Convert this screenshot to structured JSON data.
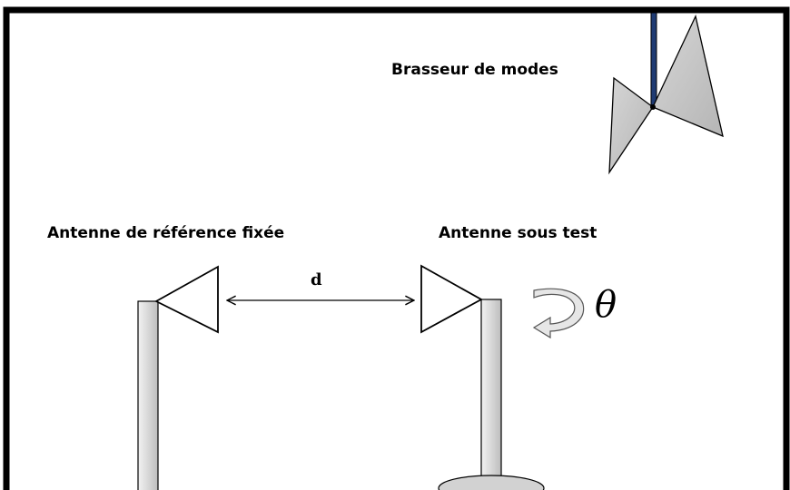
{
  "labels": {
    "mode_stirrer": "Brasseur de modes",
    "reference_antenna": "Antenne de référence fixée",
    "antenna_under_test": "Antenne sous test",
    "distance": "d",
    "rotation_angle": "θ"
  },
  "colors": {
    "wall": "#000000",
    "stirrer_fill": "#c7c7c7",
    "stirrer_shaft": "#1f3b73",
    "mast_fill": "#dcdcdc",
    "base_fill": "#d2d2d2",
    "arrow_fill": "#e6e6e6",
    "antenna_fill": "#ffffff"
  }
}
